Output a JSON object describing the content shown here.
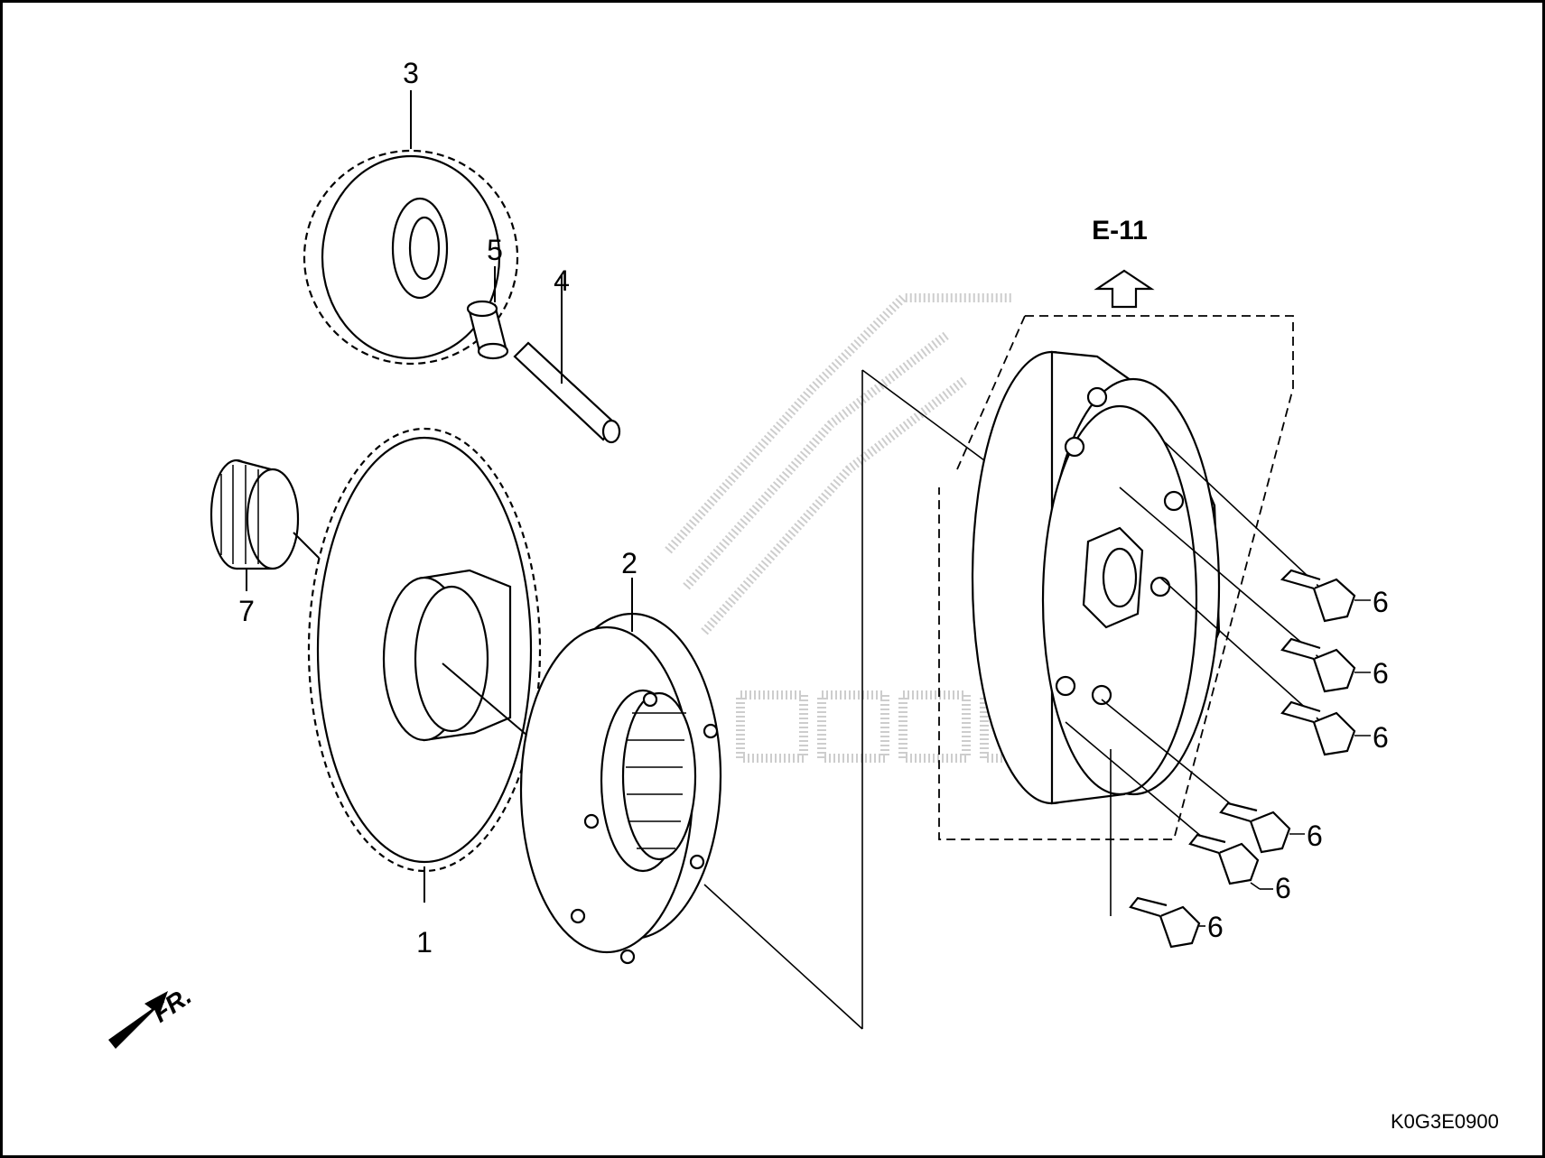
{
  "diagram": {
    "callouts": [
      {
        "id": "1",
        "label": "1"
      },
      {
        "id": "2",
        "label": "2"
      },
      {
        "id": "3",
        "label": "3"
      },
      {
        "id": "4",
        "label": "4"
      },
      {
        "id": "5",
        "label": "5"
      },
      {
        "id": "6a",
        "label": "6"
      },
      {
        "id": "6b",
        "label": "6"
      },
      {
        "id": "6c",
        "label": "6"
      },
      {
        "id": "6d",
        "label": "6"
      },
      {
        "id": "6e",
        "label": "6"
      },
      {
        "id": "6f",
        "label": "6"
      },
      {
        "id": "7",
        "label": "7"
      }
    ],
    "reference": "E-11",
    "front_marker": "FR.",
    "figure_code": "K0G3E0900",
    "colors": {
      "line": "#000000",
      "background": "#ffffff",
      "watermark": "#c8c8c8"
    }
  }
}
